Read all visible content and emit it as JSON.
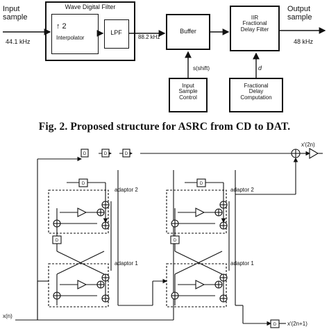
{
  "top": {
    "input_label": "Input\nsample",
    "input_rate": "44.1 kHz",
    "wdf_title": "Wave Digital Filter",
    "interp_up": "↑ 2",
    "interp_label": "Interpolator",
    "lpf_label": "LPF",
    "mid_rate": "88.2 kHz",
    "buffer_label": "Buffer",
    "iir_label": "IIR\nFractional\nDelay Filter",
    "output_label": "Output\nsample",
    "output_rate": "48 kHz",
    "s_label": "s(shift)",
    "d_label": "d",
    "isc_label": "Input\nSample\nControl",
    "fdc_label": "Fractional\nDelay\nComputation"
  },
  "caption": "Fig.  2. Proposed structure for ASRC from CD to DAT.",
  "bottom": {
    "x_in": "x(n)",
    "y_even": "x'(2n)",
    "y_odd": "x'(2n+1)",
    "delay_symbol": "D",
    "adaptor_2": "adaptor 2",
    "adaptor_1": "adaptor 1"
  }
}
